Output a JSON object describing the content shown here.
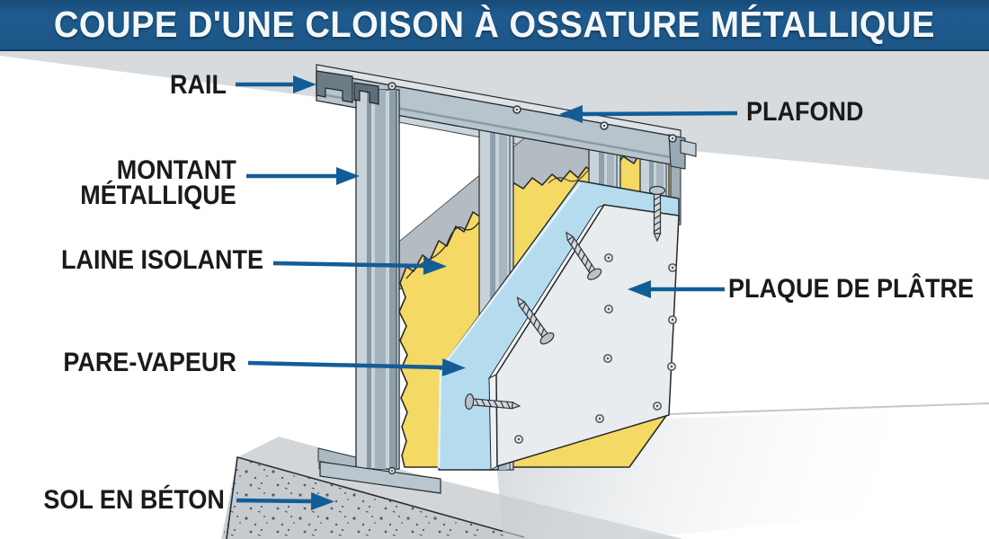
{
  "title": {
    "text": "COUPE D'UNE CLOISON À OSSATURE MÉTALLIQUE"
  },
  "labels": {
    "rail": "RAIL",
    "montant_line1": "MONTANT",
    "montant_line2": "MÉTALLIQUE",
    "laine": "LAINE ISOLANTE",
    "pare": "PARE-VAPEUR",
    "sol": "SOL EN BÉTON",
    "plafond": "PLAFOND",
    "plaque": "PLAQUE DE PLÂTRE"
  },
  "colors": {
    "banner_blue": "#1d5687",
    "arrow_blue": "#135d96",
    "insulation_yellow": "#f4d964",
    "vapor_barrier_blue": "#b5dcee",
    "plasterboard_gray": "#e9ecee",
    "metal_gray": "#b7c4cc",
    "ceiling_gray": "#d8dbde",
    "concrete_gray": "#c6cbcf",
    "label_text": "#1a1a1a",
    "title_text": "#f4f7fa"
  }
}
